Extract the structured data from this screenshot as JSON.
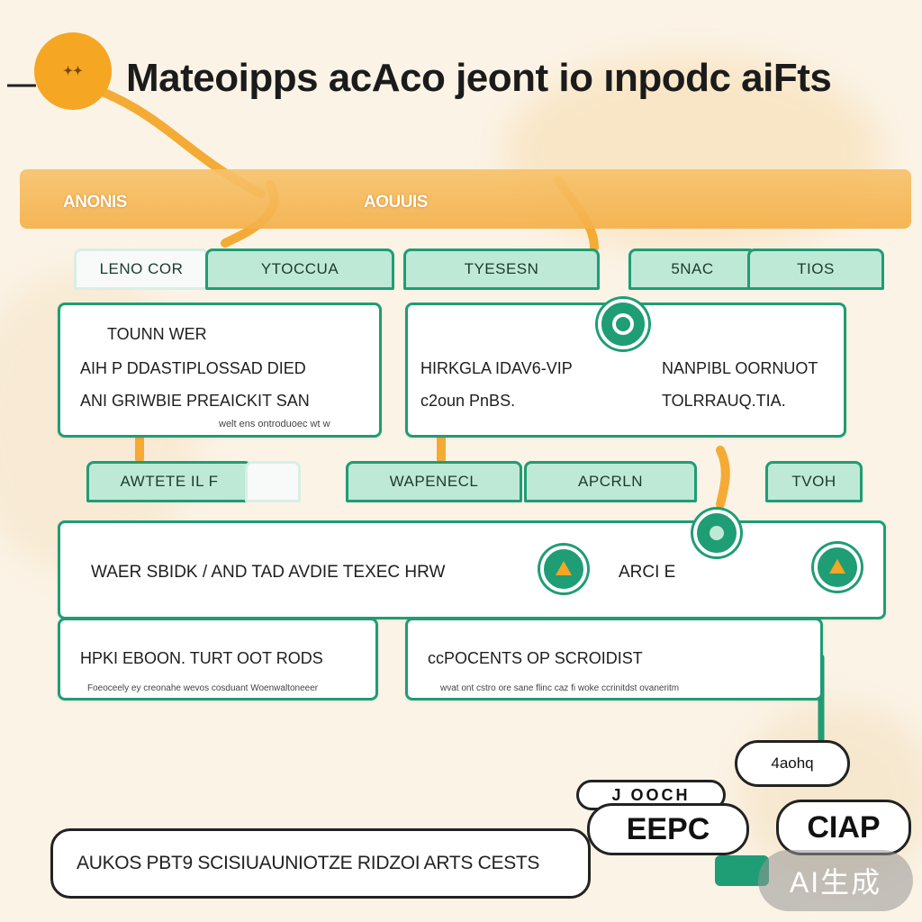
{
  "header": {
    "title": "Mateoipps acAco jeont io ınpodc aiFts"
  },
  "band": {
    "left_label": "ANONIS",
    "right_label": "AOUUIS"
  },
  "row1": {
    "tabs": [
      "LENO COR",
      "YTOCCUA",
      "TYESESN",
      "5NAC",
      "TIOS"
    ],
    "card_left": {
      "line1": "TOUNN WER",
      "line2": "AIH  P  DDASTIPLOSSAD DIED",
      "line3": "ANI GRIWBIE PREAICKIT SAN",
      "small": "welt ens ontroduoec wt w"
    },
    "card_right": {
      "line1": "HIRKGLA IDAV6-VIP",
      "line2": "c2oun  PnBS.",
      "line3": "NANPIBL OORNUOT",
      "line4": "TOLRRAUQ.TIA."
    }
  },
  "row2": {
    "tabs": [
      "AWTETE IL F",
      "WAPENECL",
      "APCRLN",
      "TVOH"
    ],
    "card": {
      "line1": "WAER SBIDK / AND  TAD AVDIE TEXEC HRW",
      "line2": "ARCI E"
    }
  },
  "row3": {
    "card_left": {
      "line1": "HPKI EBOON.  TURT OOT RODS",
      "small": "Foeoceely  ey creonahe wevos cosduant Woenwaltoneeer"
    },
    "card_right": {
      "line1": "ccPOCENTS   OP SCROIDIST",
      "small": "wvat ont cstro ore sane flinc caz fi woke ccrinitdst ovaneritm"
    }
  },
  "bubbles": {
    "small": "4aohq",
    "code": "J OOCH",
    "left": "EEPC",
    "right": "CIAP"
  },
  "footer": {
    "text": "AUKOS PBT9  SCISIUAUNIOTZE RIDZOI  ARTS CESTS"
  },
  "watermark": "AI生成",
  "colors": {
    "accent_orange": "#f5a623",
    "accent_green": "#1f9d74",
    "tab_fill": "#bfe9d7",
    "background": "#fbf3e6"
  }
}
